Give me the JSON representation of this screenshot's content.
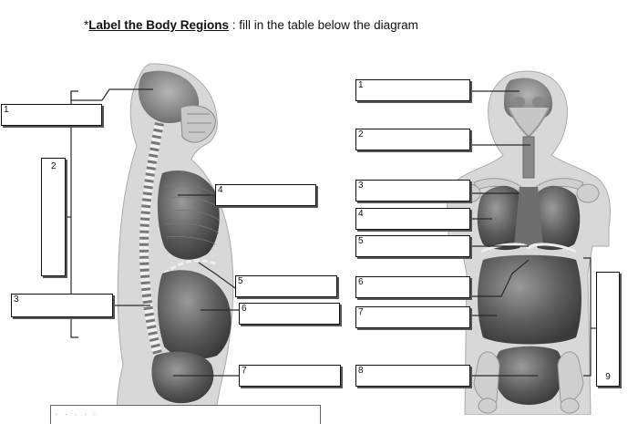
{
  "heading": {
    "prefix": "*",
    "title": "Label the Body Regions",
    "rest": " : fill in the table below the diagram"
  },
  "left_labels": [
    {
      "id": "l1",
      "number": "1"
    },
    {
      "id": "l2",
      "number": "2"
    },
    {
      "id": "l3",
      "number": "3"
    },
    {
      "id": "l4",
      "number": "4"
    },
    {
      "id": "l5",
      "number": "5"
    },
    {
      "id": "l6",
      "number": "6"
    },
    {
      "id": "l7",
      "number": "7"
    }
  ],
  "right_labels": [
    {
      "id": "r1",
      "number": "1"
    },
    {
      "id": "r2",
      "number": "2"
    },
    {
      "id": "r3",
      "number": "3"
    },
    {
      "id": "r4",
      "number": "4"
    },
    {
      "id": "r5",
      "number": "5"
    },
    {
      "id": "r6",
      "number": "6"
    },
    {
      "id": "r7",
      "number": "7"
    },
    {
      "id": "r8",
      "number": "8"
    },
    {
      "id": "r9",
      "number": "9"
    }
  ],
  "table_hint": ". . . . ."
}
